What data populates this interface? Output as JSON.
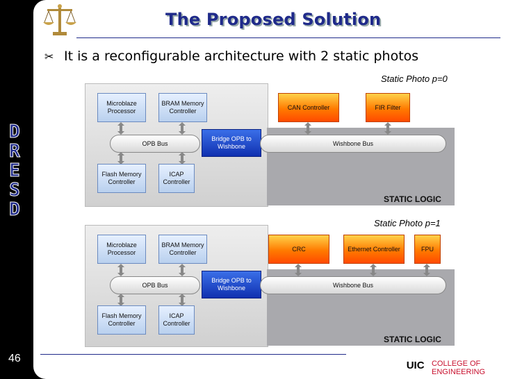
{
  "slide": {
    "title": "The Proposed Solution",
    "bullet": "It is a reconfigurable architecture with 2 static photos",
    "page_number": "46",
    "side_label": [
      "D",
      "R",
      "E",
      "S",
      "D"
    ],
    "footer": {
      "uic": "UIC",
      "college_line1": "COLLEGE OF",
      "college_line2": "ENGINEERING"
    }
  },
  "diagrams": [
    {
      "label": "Static Photo p=0",
      "static_logic": "STATIC LOGIC",
      "microblaze": "Microblaze Processor",
      "bram": "BRAM Memory Controller",
      "opb_bus": "OPB Bus",
      "bridge": "Bridge OPB to Wishbone",
      "wishbone_bus": "Wishbone Bus",
      "flash": "Flash Memory Controller",
      "icap": "ICAP Controller",
      "modules": [
        "CAN Controller",
        "FIR Filter"
      ]
    },
    {
      "label": "Static Photo p=1",
      "static_logic": "STATIC LOGIC",
      "microblaze": "Microblaze Processor",
      "bram": "BRAM Memory Controller",
      "opb_bus": "OPB Bus",
      "bridge": "Bridge OPB to Wishbone",
      "wishbone_bus": "Wishbone Bus",
      "flash": "Flash Memory Controller",
      "icap": "ICAP Controller",
      "modules": [
        "CRC",
        "Ethernet Controller",
        "FPU"
      ]
    }
  ]
}
